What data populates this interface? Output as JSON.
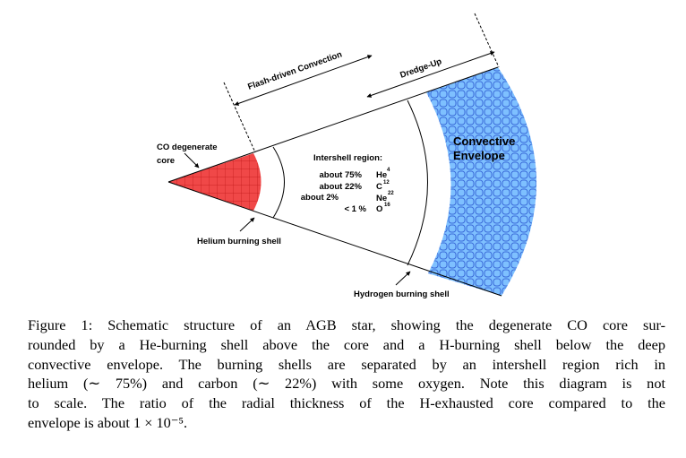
{
  "diagram": {
    "labels": {
      "co_core": [
        "CO degenerate",
        "core"
      ],
      "helium_shell": "Helium burning shell",
      "hydrogen_shell": "Hydrogen burning shell",
      "flash_convection": "Flash-driven Convection",
      "dredge_up": "Dredge-Up",
      "envelope": [
        "Convective",
        "Envelope"
      ],
      "intershell_title": "Intershell region:"
    },
    "intershell": [
      {
        "amount": "about 75%",
        "element": "He",
        "mass": "4"
      },
      {
        "amount": "about 22%",
        "element": "C",
        "mass": "12"
      },
      {
        "amount": "about 2%",
        "element": "Ne",
        "mass": "22"
      },
      {
        "amount": "< 1 %",
        "element": "O",
        "mass": "16"
      }
    ],
    "colors": {
      "core": "#f04848",
      "envelope": "#7ec0ff",
      "grid_core": "#c01818",
      "grid_env": "#3a6ad8"
    }
  },
  "caption": {
    "lines": [
      "Figure 1: Schematic structure of an AGB star, showing the degenerate CO core sur-",
      "rounded by a He-burning shell above the core and a H-burning shell below the deep",
      "convective envelope. The burning shells are separated by an intershell region rich in",
      "helium (∼ 75%) and carbon (∼ 22%) with some oxygen. Note this diagram is not",
      "to scale. The ratio of the radial thickness of the H-exhausted core compared to the",
      "envelope is about 1 × 10⁻⁵."
    ]
  }
}
